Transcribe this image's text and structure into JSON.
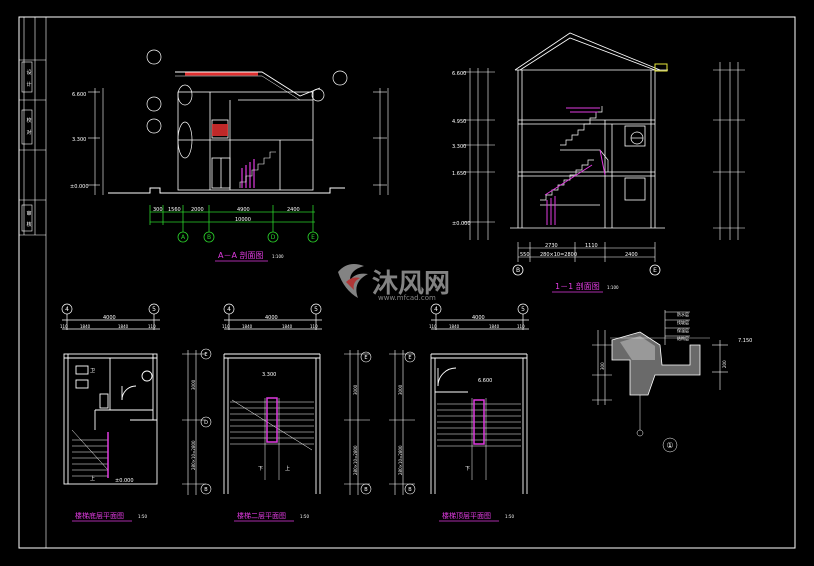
{
  "colors": {
    "background": "#000000",
    "line": "#ffffff",
    "green": "#2bd12b",
    "magenta": "#e03be0",
    "red": "#e03030",
    "yellow": "#e8e83a",
    "watermark": "#8a8a8a"
  },
  "sections": {
    "aa": {
      "title": "A－A 剖面图",
      "scale": "1:100",
      "axes": [
        "A",
        "B",
        "D",
        "E"
      ],
      "dims_top": [
        "300",
        "1560",
        "2000",
        "4900",
        "2400"
      ],
      "dims_total": "10000",
      "elev_left": [
        "±0.000",
        "3.300",
        "6.600"
      ]
    },
    "s11": {
      "title": "1－1 剖面图",
      "scale": "1:100",
      "axes": [
        "B",
        "E"
      ],
      "dims": [
        "550",
        "2730",
        "1110",
        "2400"
      ],
      "dims_sub": "280×10=2800",
      "elev_left": [
        "±0.000",
        "1.650",
        "3.300",
        "4.950",
        "6.600"
      ]
    }
  },
  "plans": [
    {
      "title": "楼梯底层平面图",
      "scale": "1:50",
      "axis_top": [
        "4",
        "5"
      ],
      "dims_top": [
        "110",
        "1840",
        "4000",
        "1840",
        "110"
      ],
      "axis_side": [
        "E",
        "D",
        "B"
      ],
      "side_dims": [
        "3000",
        "280×10=2800"
      ],
      "label_up": "上",
      "label_elev": "±0.000",
      "label_mid": "卫"
    },
    {
      "title": "楼梯二层平面图",
      "scale": "1:50",
      "axis_top": [
        "4",
        "5"
      ],
      "dims_top": [
        "110",
        "1840",
        "4000",
        "1840",
        "110"
      ],
      "axis_side": [
        "E",
        "B"
      ],
      "side_dims": [
        "3000",
        "280×10=2800"
      ],
      "label_up": "上",
      "label_down": "下",
      "label_elev": "3.300"
    },
    {
      "title": "楼梯顶层平面图",
      "scale": "1:50",
      "axis_top": [
        "4",
        "5"
      ],
      "dims_top": [
        "110",
        "1840",
        "4000",
        "1840",
        "110"
      ],
      "axis_side": [
        "E",
        "B"
      ],
      "side_dims": [
        "3000",
        "280×10=2800"
      ],
      "label_down": "下",
      "label_elev": "6.600"
    }
  ],
  "detail": {
    "marker": "①",
    "labels": [
      "防水层",
      "找坡层",
      "保温层",
      "结构层"
    ],
    "elev": "7.150",
    "dims": [
      "300",
      "200"
    ]
  },
  "watermark": {
    "cn": "沐风网",
    "url": "www.mfcad.com"
  },
  "titleblock": {
    "cells": [
      "设",
      "计",
      "校",
      "对",
      "审",
      "核"
    ]
  }
}
